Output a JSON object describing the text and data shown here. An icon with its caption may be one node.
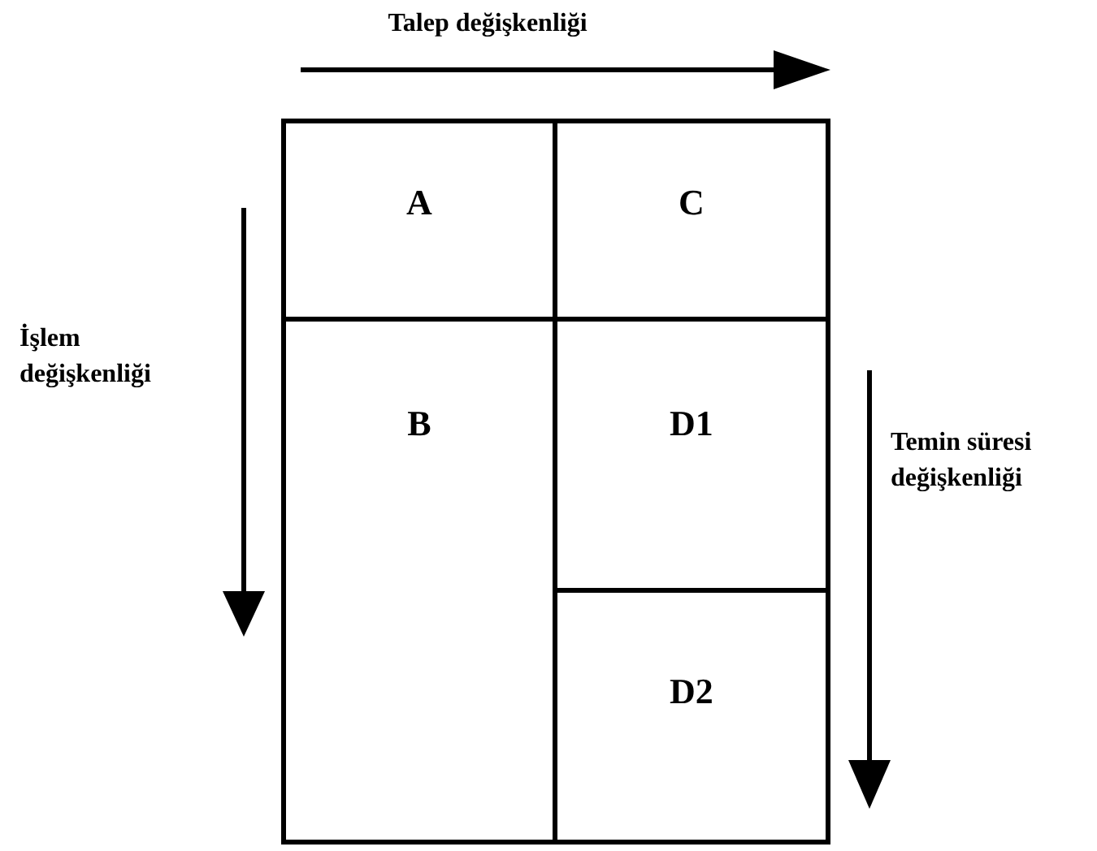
{
  "diagram": {
    "nodes": [
      {
        "text": [
          "A"
        ]
      },
      {
        "text": [
          "C"
        ]
      },
      {
        "text": [
          "B"
        ]
      },
      {
        "text": [
          "D1"
        ]
      },
      {
        "text": [
          "D2"
        ]
      }
    ],
    "edges": [],
    "labels": [
      "Talep değişkenliği",
      "İşlem değişkenliği",
      "Temin süresi değişkenliği"
    ]
  }
}
